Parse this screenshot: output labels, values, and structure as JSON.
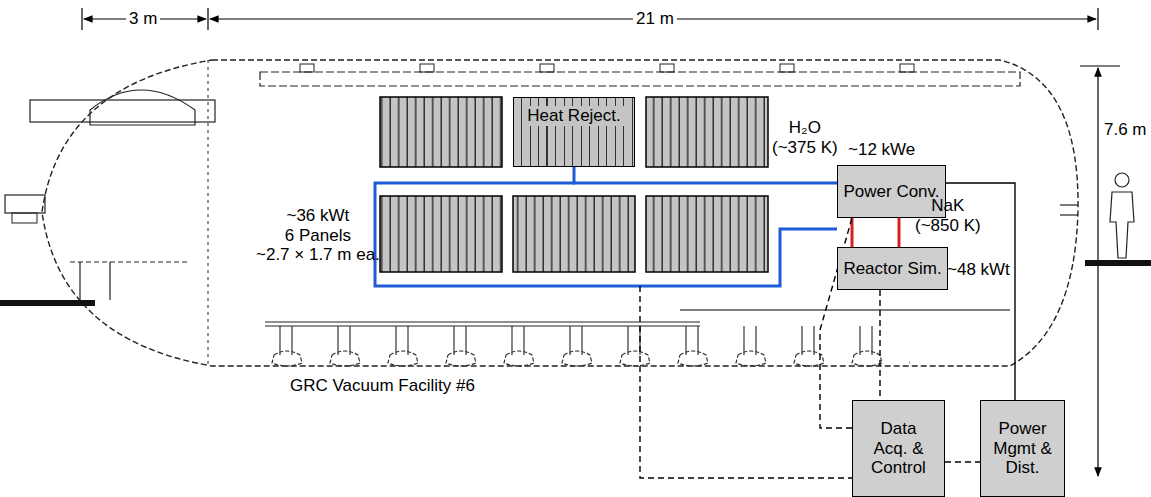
{
  "diagram": {
    "nodes": [
      {
        "text": [
          "Heat Reject."
        ]
      },
      {
        "text": [
          "Power Conv."
        ]
      },
      {
        "text": [
          "Reactor Sim."
        ]
      },
      {
        "text": [
          "Data Acq. & Control"
        ]
      },
      {
        "text": [
          "Power Mgmt & Dist."
        ]
      }
    ],
    "edges": [
      {
        "from": 0,
        "to": 1,
        "arrow": "none"
      },
      {
        "from": 1,
        "to": 2,
        "arrow": "none"
      },
      {
        "from": 1,
        "to": 2,
        "arrow": "none"
      },
      {
        "from": 1,
        "to": 4,
        "arrow": "none"
      },
      {
        "from": 3,
        "to": 1,
        "arrow": "none"
      },
      {
        "from": 2,
        "to": 3,
        "arrow": "none"
      },
      {
        "from": 3,
        "to": 4,
        "arrow": "none"
      }
    ],
    "labels": [
      "3 m",
      "21 m",
      "7.6 m",
      "~36 kWt 6 Panels ~2.7 × 1.7 m ea.",
      "H₂O (~375 K)",
      "~12 kWe",
      "NaK (~850 K)",
      "~48 kWt",
      "GRC Vacuum Facility #6"
    ]
  }
}
